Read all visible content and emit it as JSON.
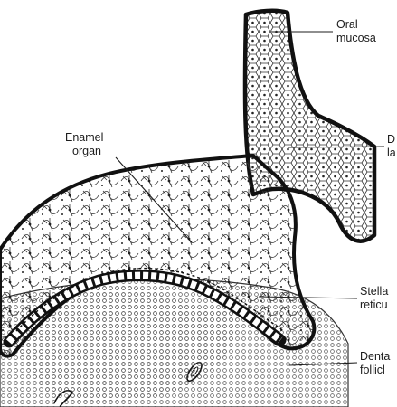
{
  "labels": {
    "oral_mucosa": [
      "Oral",
      "mucosa"
    ],
    "enamel_organ": [
      "Enamel",
      "organ"
    ],
    "dental_lamina": [
      "D",
      "la"
    ],
    "stellate_reticulum": [
      "Stella",
      "reticu"
    ],
    "dental_follicle": [
      "Denta",
      "follicl"
    ]
  },
  "colors": {
    "ink": "#1c1c1c",
    "paper": "#ffffff",
    "cell_fill": "#f4f4f4"
  }
}
